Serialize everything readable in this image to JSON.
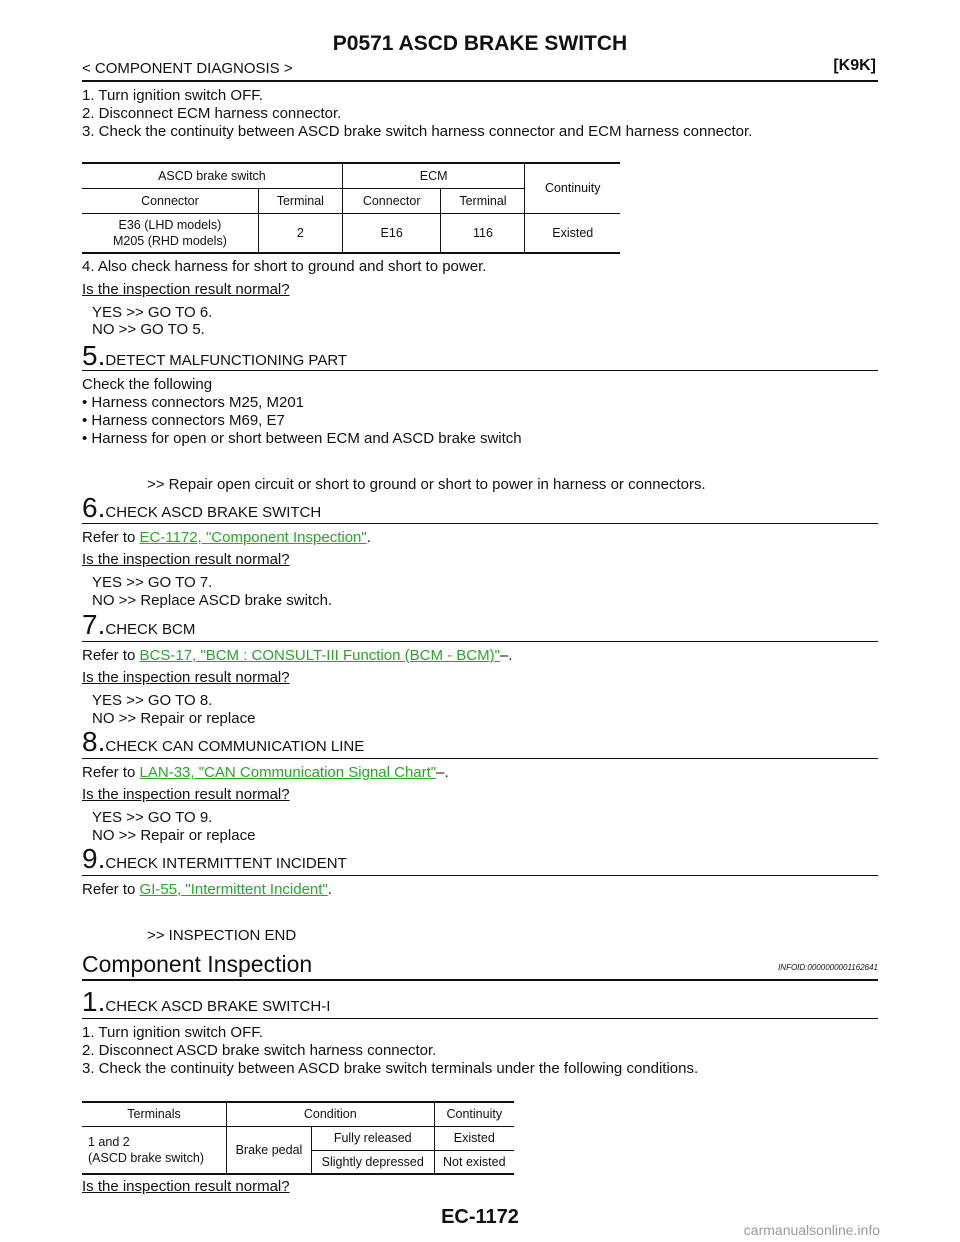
{
  "header": {
    "title": "P0571 ASCD BRAKE SWITCH",
    "breadcrumb": "< COMPONENT DIAGNOSIS >",
    "code": "[K9K]"
  },
  "intro_steps": [
    "1. Turn ignition switch OFF.",
    "2. Disconnect ECM harness connector.",
    "3. Check the continuity between ASCD brake switch harness connector and ECM harness connector."
  ],
  "table1": {
    "group_switch": "ASCD brake switch",
    "group_ecm": "ECM",
    "continuity": "Continuity",
    "connector": "Connector",
    "terminal": "Terminal",
    "row_switch_connector_1": "E36 (LHD models)",
    "row_switch_connector_2": "M205 (RHD models)",
    "row_switch_terminal": "2",
    "row_ecm_connector": "E16",
    "row_ecm_terminal": "116",
    "row_continuity": "Existed"
  },
  "step4": "4. Also check harness for short to ground and short to power.",
  "question": "Is the inspection result normal?",
  "s4_yes": "YES     >> GO TO 6.",
  "s4_no": "NO      >> GO TO 5.",
  "s5": {
    "num": "5.",
    "title": "DETECT MALFUNCTIONING PART",
    "lines": [
      "Check the following",
      "• Harness connectors M25, M201",
      "• Harness connectors M69, E7",
      "• Harness for open or short between ECM and ASCD brake switch"
    ],
    "action": ">> Repair open circuit or short to ground or short to power in harness or connectors."
  },
  "s6": {
    "num": "6.",
    "title": "CHECK ASCD BRAKE SWITCH",
    "refer": "Refer to ",
    "link": "EC-1172, \"Component Inspection\"",
    "tail": ".",
    "yes": "YES     >> GO TO 7.",
    "no": "NO      >> Replace ASCD brake switch."
  },
  "s7": {
    "num": "7.",
    "title": "CHECK BCM",
    "refer": "Refer to ",
    "link": "BCS-17, \"BCM : CONSULT-III Function (BCM - BCM)\"",
    "tail": "–.",
    "yes": "YES     >> GO TO 8.",
    "no": "NO      >> Repair or replace"
  },
  "s8": {
    "num": "8.",
    "title": "CHECK CAN COMMUNICATION LINE",
    "refer": "Refer to ",
    "link": "LAN-33, \"CAN Communication Signal Chart\"",
    "tail": "–.",
    "yes": "YES     >> GO TO 9.",
    "no": "NO      >> Repair or replace"
  },
  "s9": {
    "num": "9.",
    "title": "CHECK INTERMITTENT INCIDENT",
    "refer": "Refer to ",
    "link": "GI-55, \"Intermittent Incident\"",
    "tail": ".",
    "action": ">> INSPECTION END"
  },
  "component": {
    "heading": "Component Inspection",
    "infoid": "INFOID:0000000001162641"
  },
  "c1": {
    "num": "1.",
    "title": "CHECK ASCD BRAKE SWITCH-I",
    "steps": [
      "1. Turn ignition switch OFF.",
      "2. Disconnect ASCD brake switch harness connector.",
      "3. Check the continuity between ASCD brake switch terminals under the following conditions."
    ]
  },
  "table2": {
    "terminals": "Terminals",
    "condition": "Condition",
    "continuity": "Continuity",
    "term_1": "1 and 2",
    "term_2": "(ASCD brake switch)",
    "brake_pedal": "Brake pedal",
    "cond_a": "Fully released",
    "cont_a": "Existed",
    "cond_b": "Slightly depressed",
    "cont_b": "Not existed"
  },
  "footer": {
    "page": "EC-1172",
    "watermark": "carmanualsonline.info"
  }
}
